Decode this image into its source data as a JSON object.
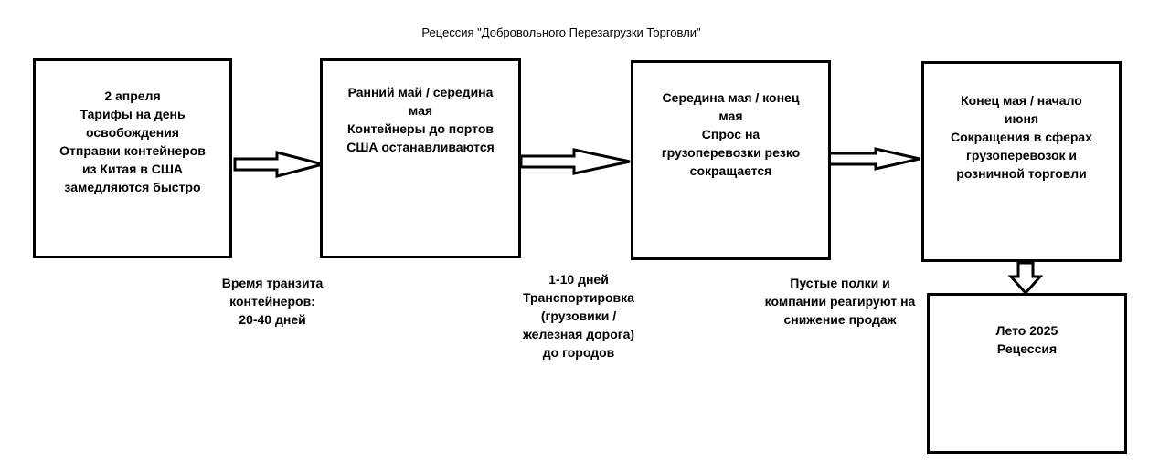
{
  "title": "Рецессия \"Добровольного Перезагрузки Торговли\"",
  "boxes": [
    {
      "lines": [
        "2 апреля",
        "Тарифы на день",
        "освобождения",
        "Отправки контейнеров",
        "из Китая в США",
        "замедляются быстро"
      ]
    },
    {
      "lines": [
        "Ранний май / середина",
        "мая",
        "Контейнеры до портов",
        "США останавливаются"
      ]
    },
    {
      "lines": [
        "Середина мая / конец",
        "мая",
        "Спрос на",
        "грузоперевозки резко",
        "сокращается"
      ]
    },
    {
      "lines": [
        "Конец мая / начало",
        "июня",
        "Сокращения в сферах",
        "грузоперевозок и",
        "розничной торговли"
      ]
    },
    {
      "lines": [
        "Лето 2025",
        "Рецессия"
      ]
    }
  ],
  "notes": [
    {
      "lines": [
        "Время транзита",
        "контейнеров:",
        "20-40 дней"
      ]
    },
    {
      "lines": [
        "1-10 дней",
        "Транспортировка",
        "(грузовики /",
        "железная дорога)",
        "до городов"
      ]
    },
    {
      "lines": [
        "Пустые полки и",
        "компании реагируют на",
        "снижение продаж"
      ]
    }
  ]
}
